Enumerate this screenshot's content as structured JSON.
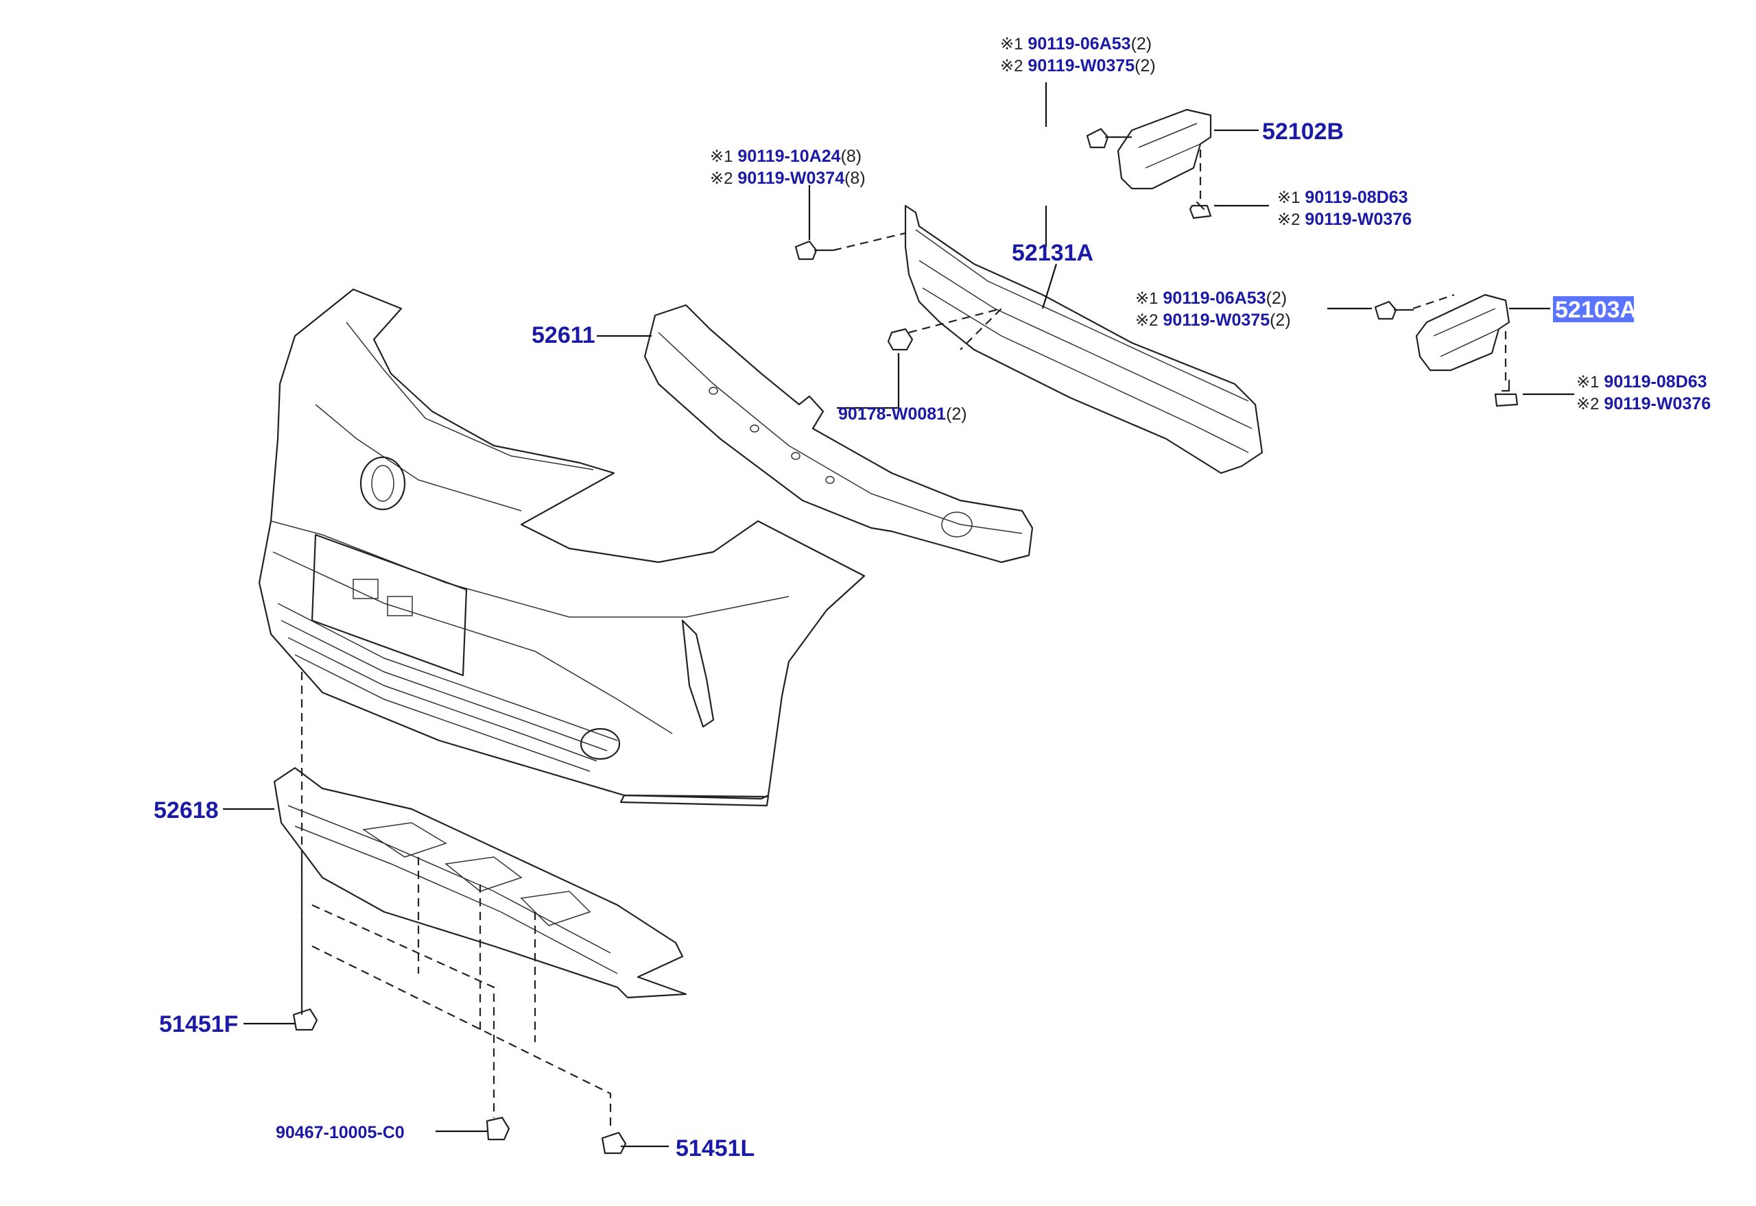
{
  "colors": {
    "part_number": "#1a1aa6",
    "line": "#222222",
    "highlight": "#3d5cff"
  },
  "labels": {
    "p52102B": "52102B",
    "p52131A": "52131A",
    "p52611": "52611",
    "p52103A": "52103A",
    "p52618": "52618",
    "p51451F": "51451F",
    "p51451L": "51451L",
    "p90467": "90467-10005-C0",
    "p90178": "90178-W0081",
    "p90178_qty": "(2)"
  },
  "callouts": {
    "top_bolt": {
      "l1_mark": "※1",
      "l1_num": "90119-06A53",
      "l1_qty": "(2)",
      "l2_mark": "※2",
      "l2_num": "90119-W0375",
      "l2_qty": "(2)"
    },
    "left_bolt": {
      "l1_mark": "※1",
      "l1_num": "90119-10A24",
      "l1_qty": "(8)",
      "l2_mark": "※2",
      "l2_num": "90119-W0374",
      "l2_qty": "(8)"
    },
    "mid_bolt": {
      "l1_mark": "※1",
      "l1_num": "90119-08D63",
      "l2_mark": "※2",
      "l2_num": "90119-W0376"
    },
    "right_bolt": {
      "l1_mark": "※1",
      "l1_num": "90119-06A53",
      "l1_qty": "(2)",
      "l2_mark": "※2",
      "l2_num": "90119-W0375",
      "l2_qty": "(2)"
    },
    "right_bottom_bolt": {
      "l1_mark": "※1",
      "l1_num": "90119-08D63",
      "l2_mark": "※2",
      "l2_num": "90119-W0376"
    }
  }
}
